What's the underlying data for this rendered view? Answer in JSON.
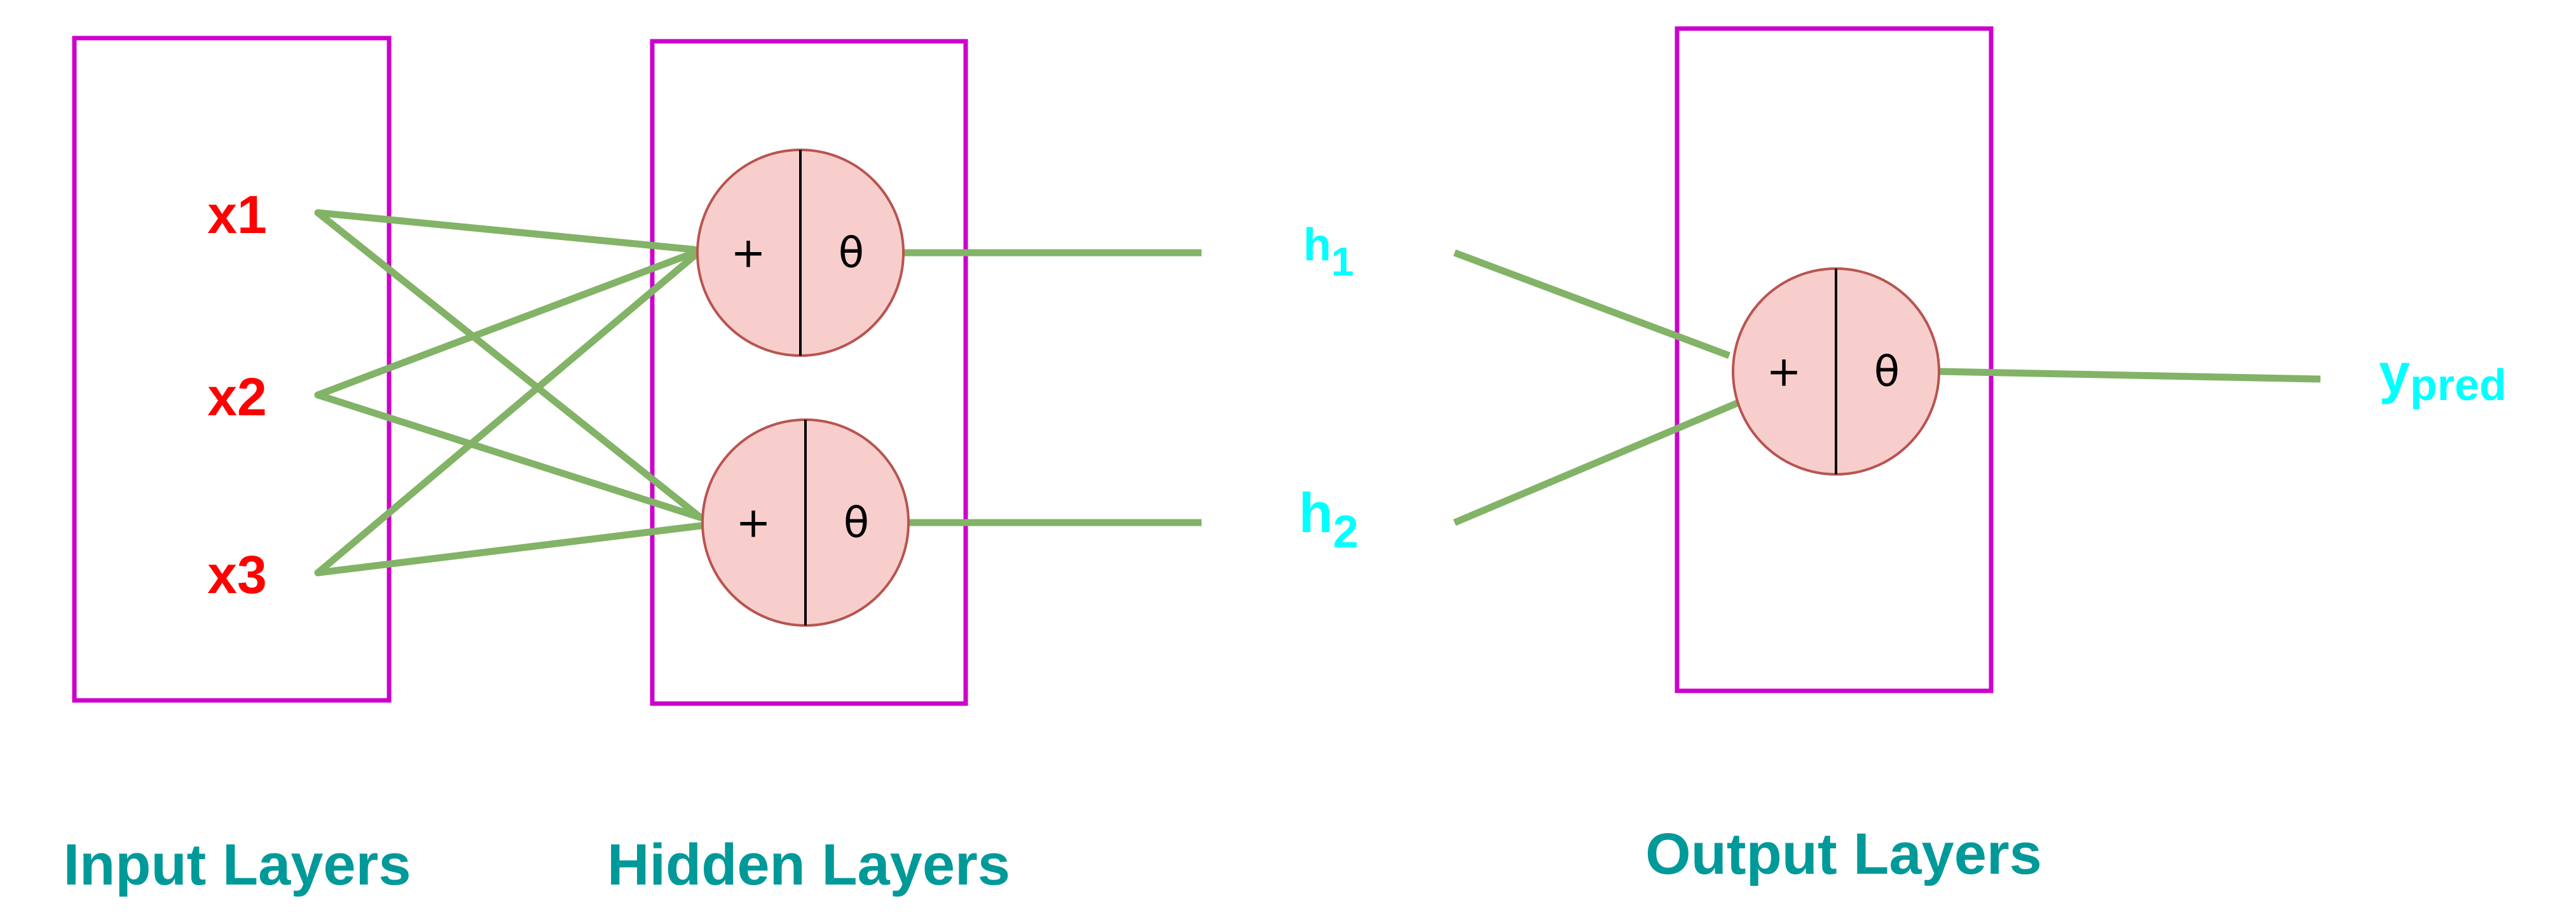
{
  "colors": {
    "layer_box": "#cc00cc",
    "edge": "#82b366",
    "node_fill": "#f8cecc",
    "node_stroke": "#b85450",
    "input_label": "#ff0000",
    "hidden_output_label": "#00ffff",
    "layer_title": "#009999",
    "op_text": "#000000"
  },
  "inputs": [
    "x1",
    "x2",
    "x3"
  ],
  "hidden_outputs": [
    {
      "base": "h",
      "sub": "1"
    },
    {
      "base": "h",
      "sub": "2"
    }
  ],
  "prediction": {
    "base": "y",
    "sub": "pred"
  },
  "neuron": {
    "sum_symbol": "+",
    "activation_symbol": "θ"
  },
  "layer_titles": {
    "input": "Input Layers",
    "hidden": "Hidden Layers",
    "output": "Output Layers"
  }
}
